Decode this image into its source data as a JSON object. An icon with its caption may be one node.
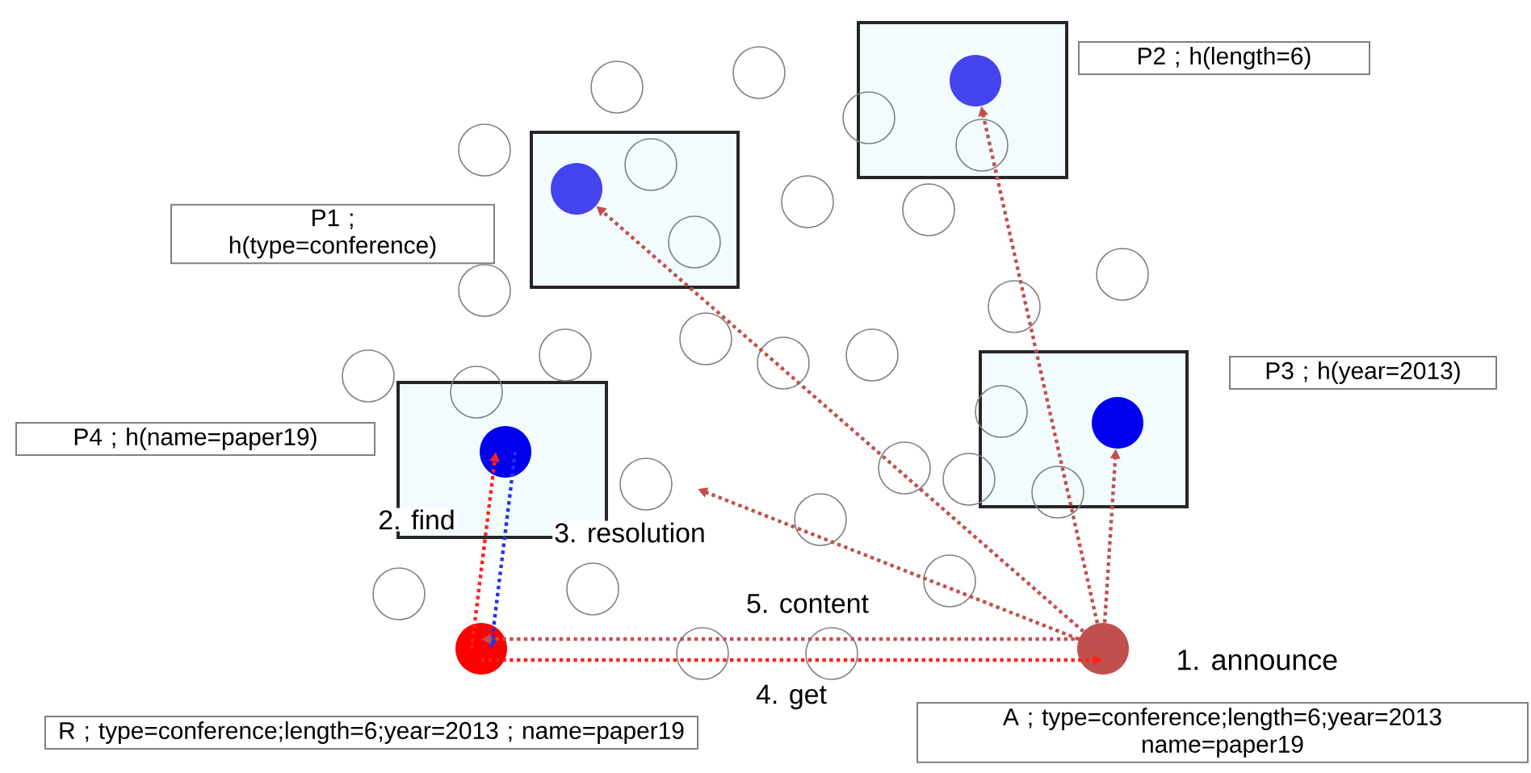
{
  "diagram": {
    "nodes": [
      {
        "text": [],
        "shape": "box"
      },
      {
        "text": [],
        "shape": "circle",
        "in": 0
      },
      {
        "text": [],
        "shape": "box"
      },
      {
        "text": [],
        "shape": "circle",
        "in": 2
      },
      {
        "text": [],
        "shape": "box"
      },
      {
        "text": [],
        "shape": "circle",
        "in": 4
      },
      {
        "text": [],
        "shape": "box"
      },
      {
        "text": [],
        "shape": "circle",
        "in": 6
      },
      {
        "text": [],
        "shape": "circle"
      },
      {
        "text": [],
        "shape": "circle",
        "beside": [
          "1. announce"
        ]
      },
      {
        "text": [
          "P1 ; h(type=conference)"
        ]
      },
      {
        "text": [
          "P2 ; h(length=6)"
        ]
      },
      {
        "text": [
          "P3 ; h(year=2013)"
        ]
      },
      {
        "text": [
          "P4 ; h(name=paper19)"
        ]
      },
      {
        "text": [
          "R ; type=conference;length=6;year=2013 ; name=paper19"
        ]
      },
      {
        "text": [
          "A ; type=conference;length=6;year=2013 name=paper19"
        ]
      }
    ],
    "edges": [
      {
        "from": 9,
        "to": 1,
        "arrow": "to"
      },
      {
        "from": 9,
        "to": 3,
        "arrow": "to"
      },
      {
        "from": 9,
        "to": 5,
        "arrow": "to"
      },
      {
        "from": 9,
        "to": null,
        "arrow": "to"
      },
      {
        "from": 8,
        "to": 7,
        "arrow": "to",
        "label": "2. find",
        "color": "#ff2020"
      },
      {
        "from": 7,
        "to": 8,
        "arrow": "to",
        "label": "3. resolution",
        "color": "#2233ee"
      },
      {
        "from": 9,
        "to": 8,
        "arrow": "to",
        "label": "5. content"
      },
      {
        "from": 8,
        "to": 9,
        "arrow": "to",
        "label": "4. get",
        "color": "#ff2020"
      }
    ]
  }
}
